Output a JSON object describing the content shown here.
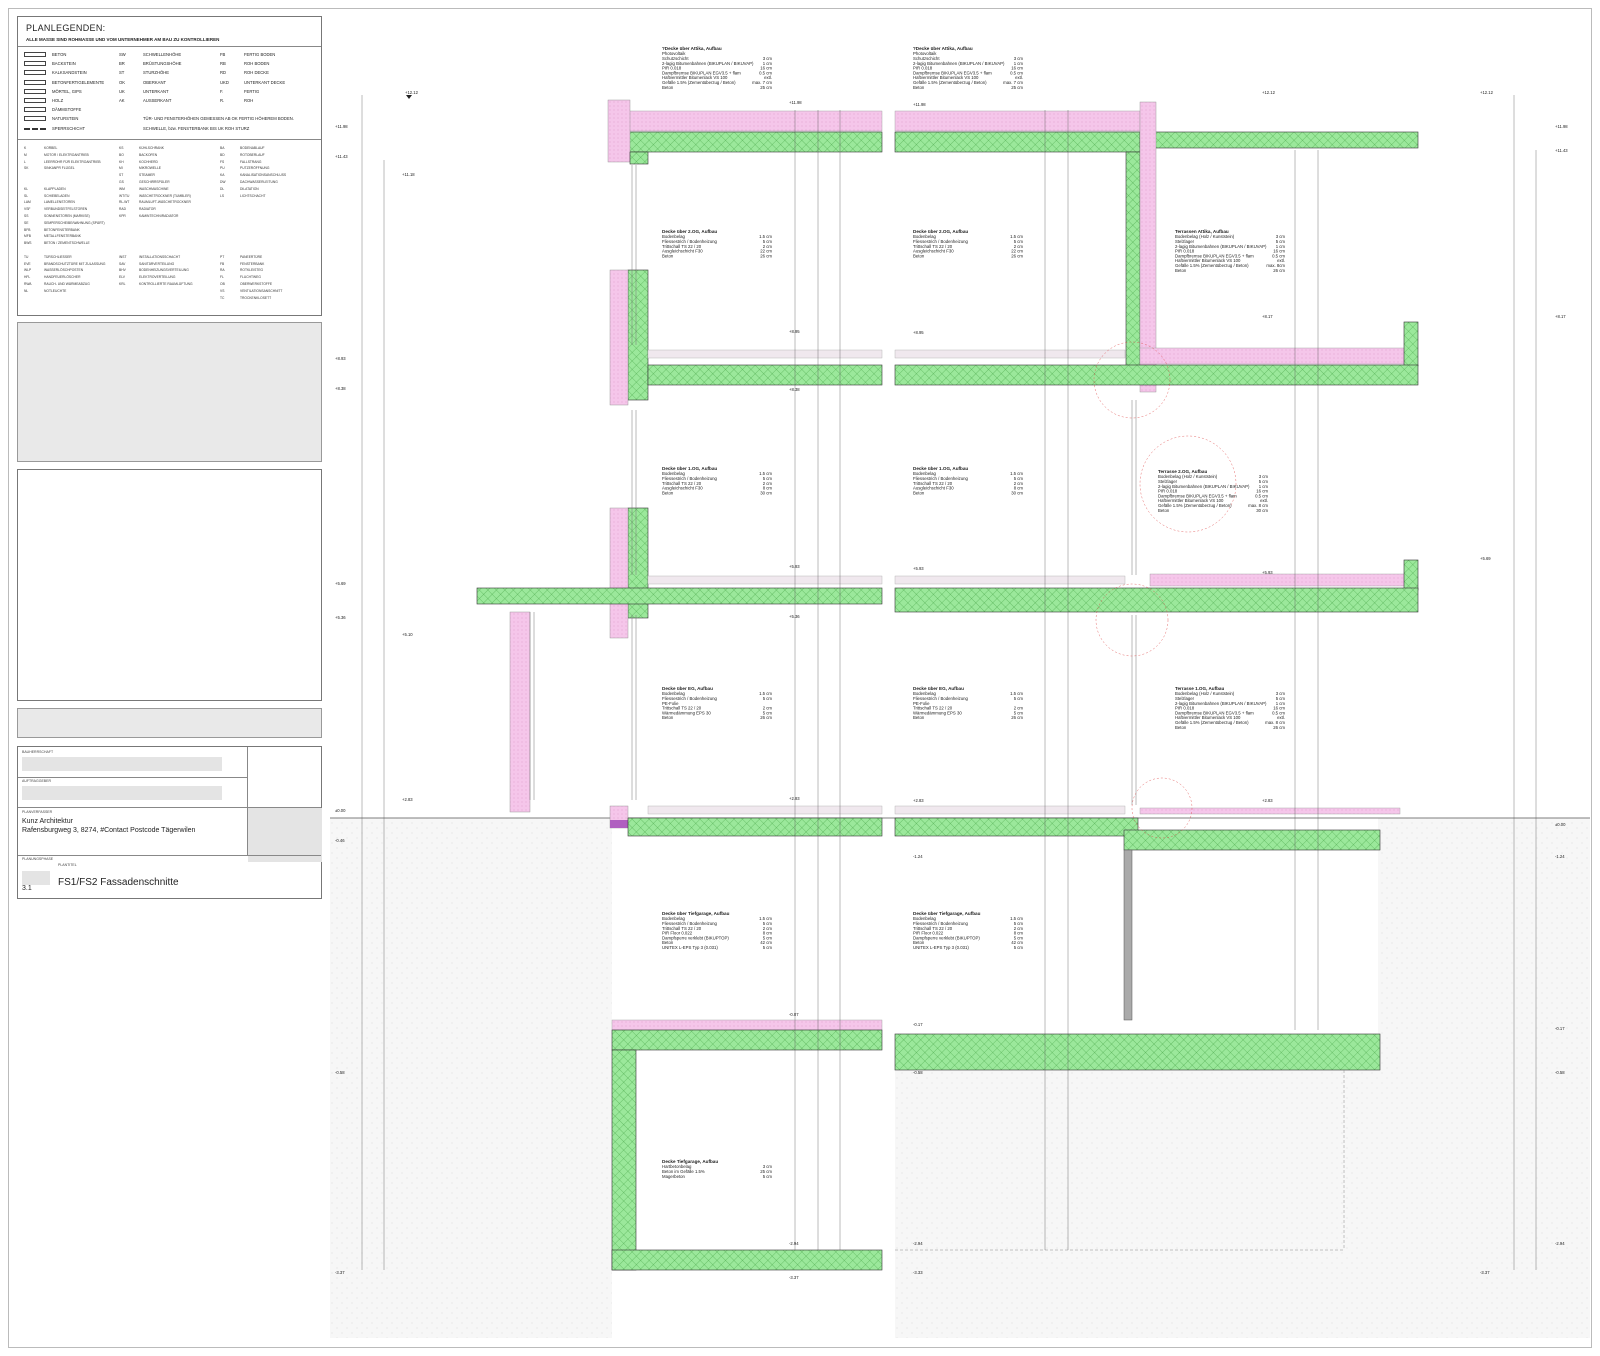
{
  "legend": {
    "title": "PLANLEGENDEN:",
    "note": "ALLE MASSE SIND ROHMASSE UND VOM UNTERNEHMER AM BAU ZU KONTROLLIEREN",
    "materials": [
      {
        "label": "BETON",
        "abbr2": "SW",
        "text2": "SCHWELLENHÖHE",
        "abbr3": "FB",
        "text3": "FERTIG BODEN"
      },
      {
        "label": "BACKSTEIN",
        "abbr2": "BR",
        "text2": "BRÜSTUNGSHÖHE",
        "abbr3": "RB",
        "text3": "ROH BODEN"
      },
      {
        "label": "KALKSANDSTEIN",
        "abbr2": "ST",
        "text2": "STURZHÖHE",
        "abbr3": "RD",
        "text3": "ROH DECKE"
      },
      {
        "label": "BETONFERTIGELEMENTE",
        "abbr2": "OK",
        "text2": "OBERKANT",
        "abbr3": "UKD",
        "text3": "UNTERKANT DECKE"
      },
      {
        "label": "MÖRTEL, GIPS",
        "abbr2": "UK",
        "text2": "UNTERKANT",
        "abbr3": "F.",
        "text3": "FERTIG"
      },
      {
        "label": "HOLZ",
        "abbr2": "AK",
        "text2": "AUSSERKANT",
        "abbr3": "R.",
        "text3": "ROH"
      },
      {
        "label": "DÄMMSTOFFE",
        "abbr2": "",
        "text2": "",
        "abbr3": "",
        "text3": ""
      },
      {
        "label": "NATURSTEIN",
        "abbr2": "",
        "text2": "TÜR- UND FENSTERHÖHEN GEMESSEN AB OK FERTIG HÖHEREM BODEN.",
        "abbr3": "",
        "text3": ""
      },
      {
        "label": "SPERRSCHICHT",
        "abbr2": "",
        "text2": "SCHWELLE, bzw. FENSTERBANK BIS UK ROH STURZ",
        "abbr3": "",
        "text3": ""
      }
    ],
    "abbreviations": [
      [
        "K",
        "KORBEL",
        "KS",
        "KÜHLSCHRANK",
        "BA",
        "BODENABLAUF"
      ],
      [
        "M",
        "MOTOR / ELEKTROANTRIEB",
        "BO",
        "BACKOFEN",
        "BD",
        "ROTOBERLAUF"
      ],
      [
        "L",
        "LEERROHR FÜR ELEKTROANTRIEB",
        "KH",
        "KOCHHERD",
        "FS",
        "FALLSTRANG"
      ],
      [
        "SK",
        "SINKANPR FLÜGEL",
        "MI",
        "MIKROWELLE",
        "PU",
        "PUTZERÖFFNUNG"
      ],
      [
        "",
        "",
        "ST",
        "STEAMER",
        "KA",
        "KANALISATIONSANSCHLUSS"
      ],
      [
        "",
        "",
        "GS",
        "GESCHIRRSPÜLER",
        "DW",
        "DACHWASSERLEITUNG"
      ],
      [
        "KL",
        "KLAPPLADEN",
        "WM",
        "WASCHMASCHINE",
        "DL",
        "DILATATION"
      ],
      [
        "SL",
        "SCHIEBELADEN",
        "WT/TU",
        "WÄSCHETROCKNER (TUMBLER)",
        "LS",
        "LICHTSCHACHT"
      ],
      [
        "LAM",
        "LAMELLENSTOREN",
        "RL-WT",
        "RAUMLUFT-WÄSCHETROCKNER",
        "",
        ""
      ],
      [
        "VSF",
        "VERBUNDSEITFELSTOREN",
        "RAD",
        "RADIATOR",
        "",
        ""
      ],
      [
        "SS",
        "SONNENSTOREN (MARKISE)",
        "KPR",
        "KAMINTECHNIRADIATOR",
        "",
        ""
      ],
      [
        "SE",
        "SEMPERSCHEIBE/WAHNUNG (SPÄRT)",
        "",
        "",
        "",
        ""
      ],
      [
        "BFB",
        "BETONFENSTERBANK",
        "",
        "",
        "",
        ""
      ],
      [
        "MFB",
        "METALLFENSTERBANK",
        "",
        "",
        "",
        ""
      ],
      [
        "BWS",
        "BETON / ZEMENTSCHWELLE",
        "",
        "",
        "",
        ""
      ],
      [
        "",
        "",
        "",
        "",
        "",
        ""
      ],
      [
        "TU",
        "TÜRSCHLIESSER",
        "INST",
        "INSTALLATIONSSCHACHT",
        "PT",
        "PANEERTÜRE"
      ],
      [
        "EVE",
        "BRANDSCHUTZTÜRE MIT ZULASSUNG",
        "SAV",
        "SANITÄRVERTEILUNG",
        "FB",
        "FENSTERBANK"
      ],
      [
        "WLP",
        "WASSERLÖSCHPOSTEN",
        "BHV",
        "BODENHEIZUNGSVERTEILUNG",
        "RA",
        "ROTKLEISTEG"
      ],
      [
        "HFL",
        "HANDFEUERLÖSCHER",
        "ELV",
        "ELEKTROVERTEILUNG",
        "FL",
        "FLUCHTWEG"
      ],
      [
        "RWA",
        "RAUCH- UND WÄRMEABZUG",
        "KRL",
        "KONTROLLIERTE RAUMLÜFTUNG",
        "OB",
        "OBERWERKSTOFFE"
      ],
      [
        "NL",
        "NOTLEUCHTE",
        "",
        "",
        "VS",
        "VENTILATIONSANSCHNITT"
      ],
      [
        "",
        "",
        "",
        "",
        "TC",
        "TROCKENKLOSETT"
      ]
    ]
  },
  "title_block": {
    "client_label": "BAUHERRSCHAFT",
    "contractor_label": "AUFTRAGGEBER",
    "planner_label": "PLANVERFASSER",
    "office_name": "Kunz Architektur",
    "office_address": "Rafensburgweg 3, 8274, #Contact Postcode Tägerwilen",
    "project_label": "PLANUNGSPHASE",
    "sheet_label": "PLANTITEL",
    "sheet_number": "3.1",
    "sheet_title": "FS1/FS2 Fassadenschnitte"
  },
  "buildups": [
    {
      "title": "?Decke über Attika, Aufbau",
      "lines": [
        "Photovoltaik",
        "Schutzschicht",
        "2-lagig Bitumenbahnen (BIKUPLAN / BIKUVAP)",
        "PIR 0.018",
        "Dampfbremse BIKUPLAN EGV3.5 + flam",
        "Haftvermittler Bitumenlack VS 100",
        "Gefälle 1.5% (Zementüberzug / Beton)",
        "Beton"
      ],
      "values": [
        "",
        "3 cm",
        "1 cm",
        "16 cm",
        "0.5 cm",
        "extl.",
        "max. 7 cm",
        "25 cm"
      ]
    },
    {
      "title": "Decke über 2.OG, Aufbau",
      "lines": [
        "Bodenbelag",
        "Fliessestrich / Bodenheizung",
        "Trittschall TS 22 / 20",
        "Ausgleichschicht F30",
        "Beton"
      ],
      "values": [
        "1.5 cm",
        "5 cm",
        "2 cm",
        "22 cm",
        "26 cm"
      ]
    },
    {
      "title": "Decke über 1.OG, Aufbau",
      "lines": [
        "Bodenbelag",
        "Fliessestrich / Bodenheizung",
        "Trittschall TS 22 / 20",
        "Ausgleichschicht F30",
        "Beton"
      ],
      "values": [
        "1.5 cm",
        "5 cm",
        "2 cm",
        "8 cm",
        "30 cm"
      ]
    },
    {
      "title": "Decke über EG, Aufbau",
      "lines": [
        "Bodenbelag",
        "Fliessestrich / Bodenheizung",
        "PE-Folie",
        "Trittschall TS 22 / 20",
        "Wärmedämmung EPS 30",
        "Beton"
      ],
      "values": [
        "1.5 cm",
        "5 cm",
        "",
        "2 cm",
        "5 cm",
        "26 cm"
      ]
    },
    {
      "title": "Decke über Tiefgarage, Aufbau",
      "lines": [
        "Bodenbelag",
        "Fliessestrich / Bodenheizung",
        "Trittschall TS 22 / 20",
        "PIR Floor 0.022",
        "Dampfsperre verklebt (BIKUPTOP)",
        "Beton",
        "UNITEX L-EPS Typ 3 (0.031)"
      ],
      "values": [
        "1.5 cm",
        "5 cm",
        "2 cm",
        "8 cm",
        "5 cm",
        "42 cm",
        "5 cm"
      ]
    },
    {
      "title": "Decke Tiefgarage, Aufbau",
      "lines": [
        "Hartbetonbelag",
        "Beton im Gefälle 1.5%",
        "Magerbeton"
      ],
      "values": [
        "3 cm",
        "25 cm",
        "5 cm"
      ]
    },
    {
      "title": "Terrassen Attika, Aufbau",
      "lines": [
        "Bodenbelag (Holz / Kunststein)",
        "Stelzlager",
        "2-lagig Bitumenbahnen (BIKUPLAN / BIKUVAP)",
        "PIR 0.018",
        "Dampfbremse BIKUPLAN EGV3.5 + flam",
        "Haftvermittler Bitumenlack VS 100",
        "Gefälle 1.5% (Zementüberzug / Beton)",
        "Beton"
      ],
      "values": [
        "3 cm",
        "5 cm",
        "1 cm",
        "16 cm",
        "0.5 cm",
        "extl.",
        "max. 8cm",
        "26 cm"
      ]
    },
    {
      "title": "Terrasse 2.OG, Aufbau",
      "lines": [
        "Bodenbelag (Holz / Kunststein)",
        "Stelzlager",
        "2-lagig Bitumenbahnen (BIKUPLAN / BIKUVAP)",
        "PIR 0.018",
        "Dampfbremse BIKUPLAN EGV3.5 + flam",
        "Haftvermittler Bitumenlack VS 100",
        "Gefälle 1.5% (Zementüberzug / Beton)",
        "Beton"
      ],
      "values": [
        "3 cm",
        "5 cm",
        "1 cm",
        "16 cm",
        "0.5 cm",
        "extl.",
        "max. 8 cm",
        "30 cm"
      ]
    },
    {
      "title": "Terrasse 1.OG, Aufbau",
      "lines": [
        "Bodenbelag (Holz / Kunststein)",
        "Stelzlager",
        "2-lagig Bitumenbahnen (BIKUPLAN / BIKUVAP)",
        "PIR 0.018",
        "Dampfbremse BIKUPLAN EGV3.5 + flam",
        "Haftvermittler Bitumenlack VS 100",
        "Gefälle 1.5% (Zementüberzug / Beton)",
        "Beton"
      ],
      "values": [
        "3 cm",
        "5 cm",
        "1 cm",
        "16 cm",
        "0.5 cm",
        "extl.",
        "max. 8 cm",
        "26 cm"
      ]
    }
  ],
  "levels": {
    "roof_top": "+12.12",
    "roof_a": "+11.98",
    "roof_b": "+11.43",
    "roof_c": "+11.18",
    "l2_ff": "+8.95",
    "l2_rd": "+8.38",
    "l2_terr": "+8.17",
    "l2_c": "+8.93",
    "l1_ff": "+5.93",
    "l1_rd": "+5.36",
    "l1_c": "+5.69",
    "l1_d": "+5.10",
    "eg_ff": "+2.93",
    "eg_rd": "±0.00",
    "eg_b": "-0.46",
    "eg_c": "+2.83",
    "ug_ff": "-0.07",
    "ug_rd": "-0.58",
    "ug_b": "-0.64",
    "ug_low": "-2.94",
    "ug_bot": "-3.37",
    "ug_bot2": "-3.33",
    "side_1": "-1.24",
    "side_2": "-0.17"
  },
  "colors": {
    "concrete": "#9be89b",
    "insulation": "#f5c6ea",
    "ground": "#eeeeee"
  }
}
